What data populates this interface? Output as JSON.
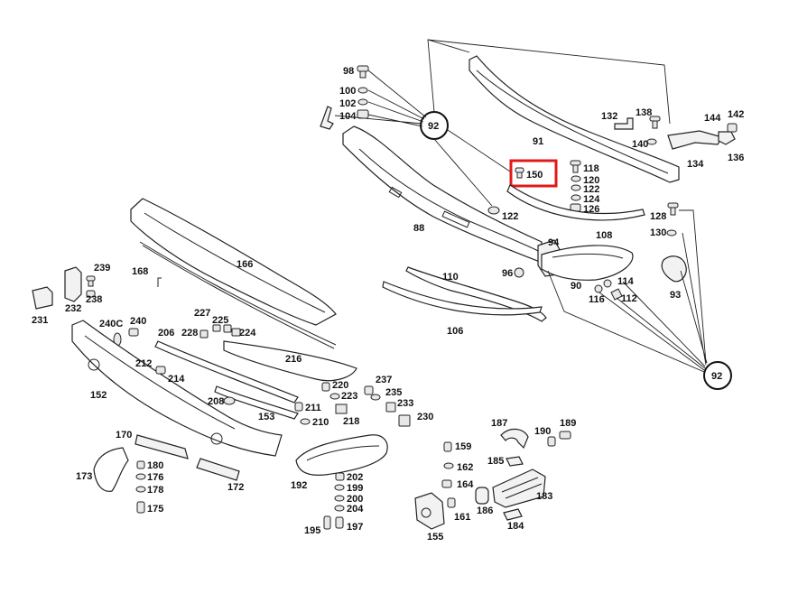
{
  "labels": {
    "l98": "98",
    "l100": "100",
    "l102": "102",
    "l104": "104",
    "l92a": "92",
    "l91": "91",
    "l132": "132",
    "l138": "138",
    "l140": "140",
    "l144": "144",
    "l142": "142",
    "l134": "134",
    "l136": "136",
    "l150": "150",
    "l118": "118",
    "l120": "120",
    "l122r": "122",
    "l124": "124",
    "l126": "126",
    "l122": "122",
    "l88": "88",
    "l108": "108",
    "l128": "128",
    "l130": "130",
    "l94": "94",
    "l96": "96",
    "l110": "110",
    "l90": "90",
    "l114": "114",
    "l116": "116",
    "l112": "112",
    "l93": "93",
    "l106": "106",
    "l92b": "92",
    "l239": "239",
    "l168": "168",
    "l166": "166",
    "l232": "232",
    "l238": "238",
    "l231": "231",
    "l240c": "240C",
    "l240": "240",
    "l227": "227",
    "l225": "225",
    "l228": "228",
    "l224": "224",
    "l206": "206",
    "l212": "212",
    "l214": "214",
    "l216": "216",
    "l152": "152",
    "l208": "208",
    "l153": "153",
    "l220": "220",
    "l223": "223",
    "l211": "211",
    "l210": "210",
    "l218": "218",
    "l237": "237",
    "l235": "235",
    "l233": "233",
    "l230": "230",
    "l187": "187",
    "l190": "190",
    "l189": "189",
    "l170": "170",
    "l180": "180",
    "l176": "176",
    "l178": "178",
    "l175": "175",
    "l173": "173",
    "l172": "172",
    "l192": "192",
    "l202": "202",
    "l199": "199",
    "l200": "200",
    "l204": "204",
    "l195": "195",
    "l197": "197",
    "l159": "159",
    "l162": "162",
    "l164": "164",
    "l161": "161",
    "l155": "155",
    "l185": "185",
    "l186": "186",
    "l183": "183",
    "l184": "184"
  },
  "highlight": {
    "part": "150",
    "color": "#e0191b"
  }
}
